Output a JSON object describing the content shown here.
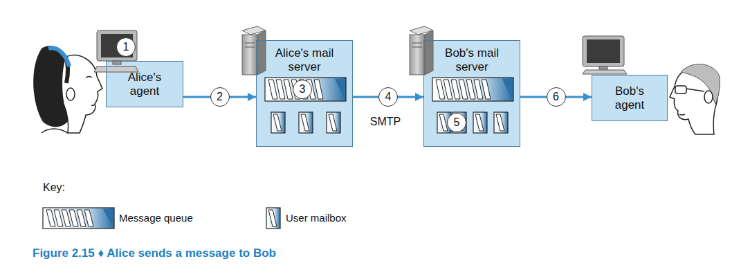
{
  "diagram": {
    "caption": "Figure 2.15 ♦ Alice sends a message to Bob",
    "nodes": [
      {
        "text": [
          "Alice's agent"
        ]
      },
      {
        "text": [
          "Alice's mail server"
        ]
      },
      {
        "text": [
          "Bob's mail server"
        ]
      },
      {
        "text": [
          "Bob's agent"
        ]
      }
    ],
    "edges": [
      {
        "from": 0,
        "to": 1,
        "arrow": "to",
        "label": "2"
      },
      {
        "from": 1,
        "to": 2,
        "arrow": "to",
        "label": "4"
      },
      {
        "from": 2,
        "to": 3,
        "arrow": "to",
        "label": "6"
      }
    ],
    "labels": [
      "1",
      "3",
      "5",
      "SMTP",
      "Key:"
    ],
    "legend": [
      {
        "text": "Message queue"
      },
      {
        "text": "User mailbox"
      }
    ]
  }
}
